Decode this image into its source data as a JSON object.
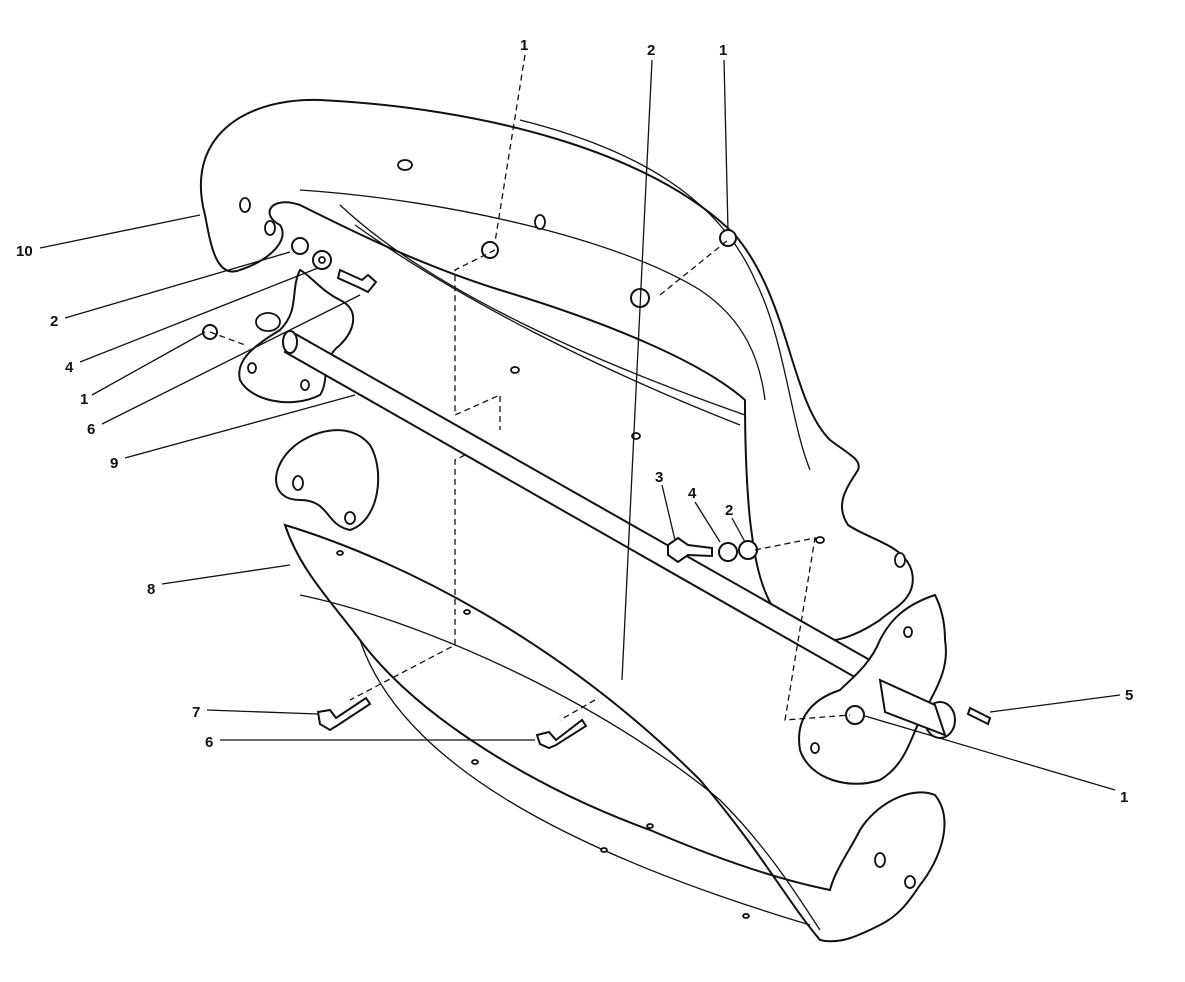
{
  "callouts": [
    "10",
    "2",
    "4",
    "1",
    "6",
    "9",
    "8",
    "7",
    "6",
    "1",
    "2",
    "1",
    "3",
    "4",
    "2",
    "5",
    "1"
  ]
}
